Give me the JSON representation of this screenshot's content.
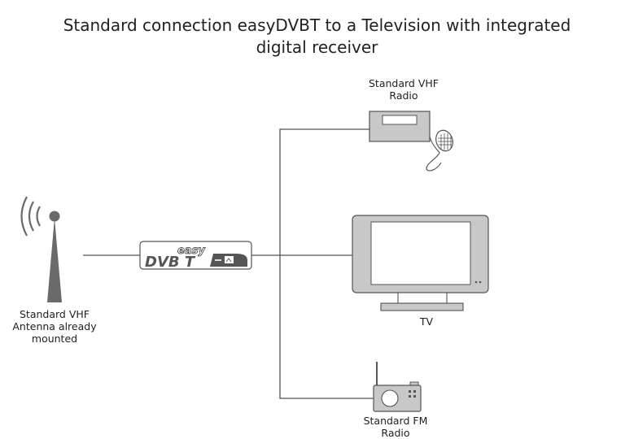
{
  "title": {
    "line1": "Standard connection easyDVBT to a Television with integrated",
    "line2": "digital receiver"
  },
  "device": {
    "logo_top": "easy",
    "logo_main": "DVB T"
  },
  "labels": {
    "antenna": [
      "Standard VHF",
      "Antenna already",
      "mounted"
    ],
    "vhf_radio": [
      "Standard VHF",
      "Radio"
    ],
    "tv": [
      "TV"
    ],
    "fm_radio": [
      "Standard FM",
      "Radio"
    ]
  },
  "colors": {
    "line": "#555555",
    "device_fill": "#c8c8c8",
    "device_stroke": "#555555",
    "antenna": "#6a6a6a",
    "logo_dark": "#555555"
  }
}
